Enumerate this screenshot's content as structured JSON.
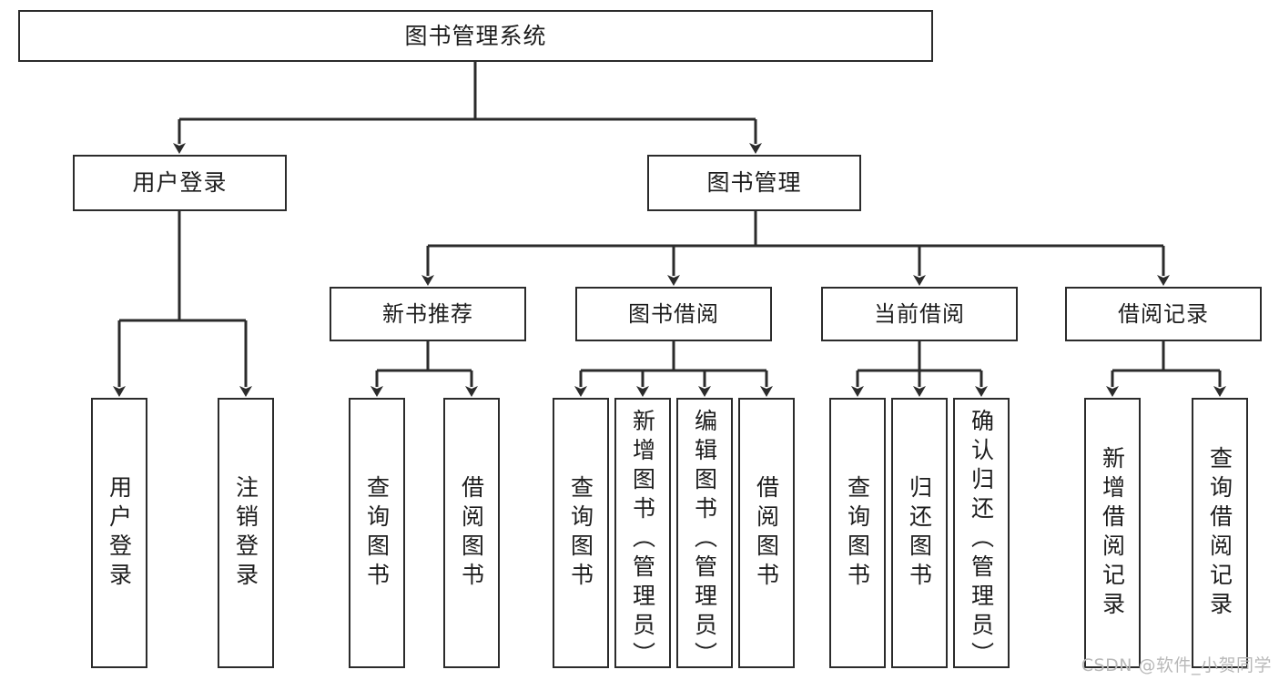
{
  "diagram": {
    "title": "图书管理系统",
    "type": "functional-structure-tree",
    "root": {
      "label": "图书管理系统"
    },
    "level2": [
      {
        "id": "user-login",
        "label": "用户登录"
      },
      {
        "id": "book-manage",
        "label": "图书管理"
      }
    ],
    "level3": [
      {
        "id": "new-book-recommend",
        "label": "新书推荐"
      },
      {
        "id": "book-borrow",
        "label": "图书借阅"
      },
      {
        "id": "current-borrow",
        "label": "当前借阅"
      },
      {
        "id": "borrow-record",
        "label": "借阅记录"
      }
    ],
    "leaves": {
      "user_login": [
        {
          "id": "leaf-user-login",
          "label": "用户登录"
        },
        {
          "id": "leaf-user-logout",
          "label": "注销登录"
        }
      ],
      "new_book_recommend": [
        {
          "id": "leaf-query-book-1",
          "label": "查询图书"
        },
        {
          "id": "leaf-borrow-book-1",
          "label": "借阅图书"
        }
      ],
      "book_borrow": [
        {
          "id": "leaf-query-book-2",
          "label": "查询图书"
        },
        {
          "id": "leaf-add-book",
          "label": "新增图书（管理员）"
        },
        {
          "id": "leaf-edit-book",
          "label": "编辑图书（管理员）"
        },
        {
          "id": "leaf-borrow-book-2",
          "label": "借阅图书"
        }
      ],
      "current_borrow": [
        {
          "id": "leaf-query-book-3",
          "label": "查询图书"
        },
        {
          "id": "leaf-return-book",
          "label": "归还图书"
        },
        {
          "id": "leaf-confirm-return",
          "label": "确认归还（管理员）"
        }
      ],
      "borrow_record": [
        {
          "id": "leaf-add-record",
          "label": "新增借阅记录"
        },
        {
          "id": "leaf-query-record",
          "label": "查询借阅记录"
        }
      ]
    }
  },
  "watermark": {
    "text": "CSDN @软件_小贺同学"
  },
  "colors": {
    "stroke": "#2b2b2b",
    "fill": "#ffffff",
    "text": "#1d1d1d",
    "watermark": "#b9b9b9"
  }
}
